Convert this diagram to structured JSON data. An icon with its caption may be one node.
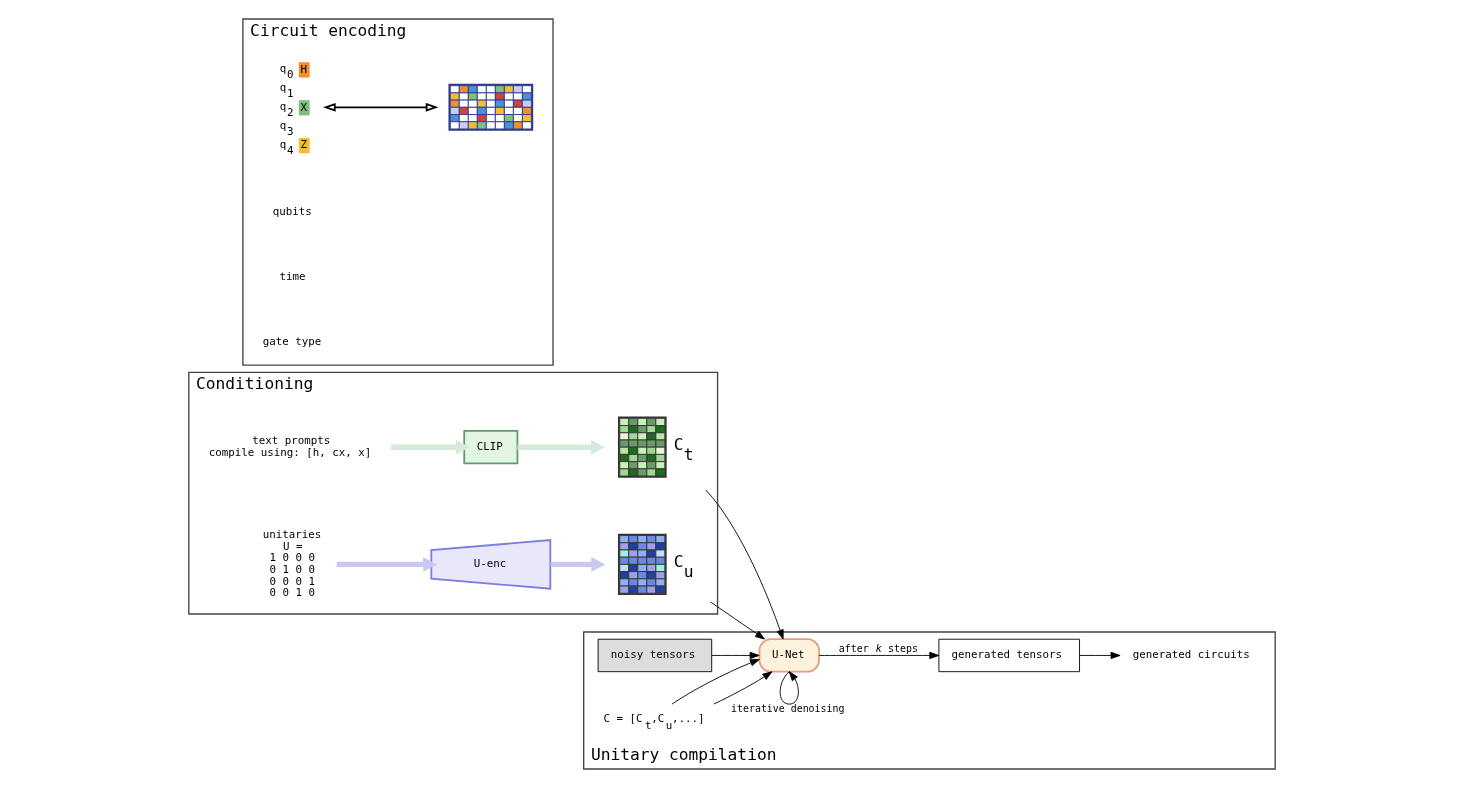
{
  "diagram": {
    "nodes": [
      {
        "text": [
          "Conditioning"
        ]
      },
      {
        "text": [
          "text prompts",
          "compile using: [h, cx, x]"
        ],
        "in": 0
      },
      {
        "text": [
          "CLIP"
        ],
        "in": 0
      },
      {
        "text": [],
        "shape": "picture",
        "beside": [
          "C$_{t}$"
        ],
        "in": 0
      },
      {
        "text": [
          "unitaries",
          "U =",
          "1 0 0 0",
          "0 1 0 0",
          "0 0 0 1",
          "0 0 1 0"
        ],
        "in": 0
      },
      {
        "text": [
          "U-enc"
        ],
        "in": 0
      },
      {
        "text": [],
        "shape": "picture",
        "beside": [
          "C$_{u}$"
        ],
        "in": 0
      },
      {
        "text": [
          "Circuit encoding"
        ]
      },
      {
        "text": [
          "q$_{0}$",
          "H",
          "q$_{1}$",
          "q$_{2}$",
          "X",
          "q$_{3}$",
          "q$_{4}$",
          "Z"
        ],
        "in": 7
      },
      {
        "text": [],
        "shape": "picture",
        "in": 7
      },
      {
        "text": [
          "Unitary compilation"
        ]
      },
      {
        "text": [
          "noisy tensors"
        ],
        "in": 10
      },
      {
        "text": [
          "C = [C$_{t}$,C$_{u}$,...]"
        ],
        "in": 10
      },
      {
        "text": [
          "U-Net"
        ],
        "in": 10
      },
      {
        "text": [
          "generated tensors"
        ],
        "in": 10
      },
      {
        "text": [
          "generated circuits"
        ],
        "in": 10
      }
    ],
    "edges": [
      {
        "from": 1,
        "to": 2,
        "arrow": "to",
        "style": "thick",
        "color": "#d5eadb"
      },
      {
        "from": 2,
        "to": 3,
        "arrow": "to",
        "style": "thick",
        "color": "#d5eadb"
      },
      {
        "from": 4,
        "to": 5,
        "arrow": "to",
        "style": "thick",
        "color": "#c8c8f0"
      },
      {
        "from": 5,
        "to": 6,
        "arrow": "to",
        "style": "thick",
        "color": "#c8c8f0"
      },
      {
        "from": 8,
        "to": 9,
        "arrow": "both"
      },
      {
        "from": 3,
        "to": 13,
        "arrow": "to"
      },
      {
        "from": 6,
        "to": 13,
        "arrow": "to"
      },
      {
        "from": 12,
        "to": 13,
        "arrow": "to"
      },
      {
        "from": 12,
        "to": 13,
        "arrow": "to"
      },
      {
        "from": 11,
        "to": 13,
        "arrow": "to"
      },
      {
        "from": 13,
        "to": 13,
        "arrow": "to",
        "label": "iterative denoising"
      },
      {
        "from": 13,
        "to": 14,
        "arrow": "to",
        "label": "after *k* steps"
      },
      {
        "from": 14,
        "to": 15,
        "arrow": "to"
      }
    ],
    "labels": [
      "qubits",
      "time",
      "gate type"
    ]
  }
}
